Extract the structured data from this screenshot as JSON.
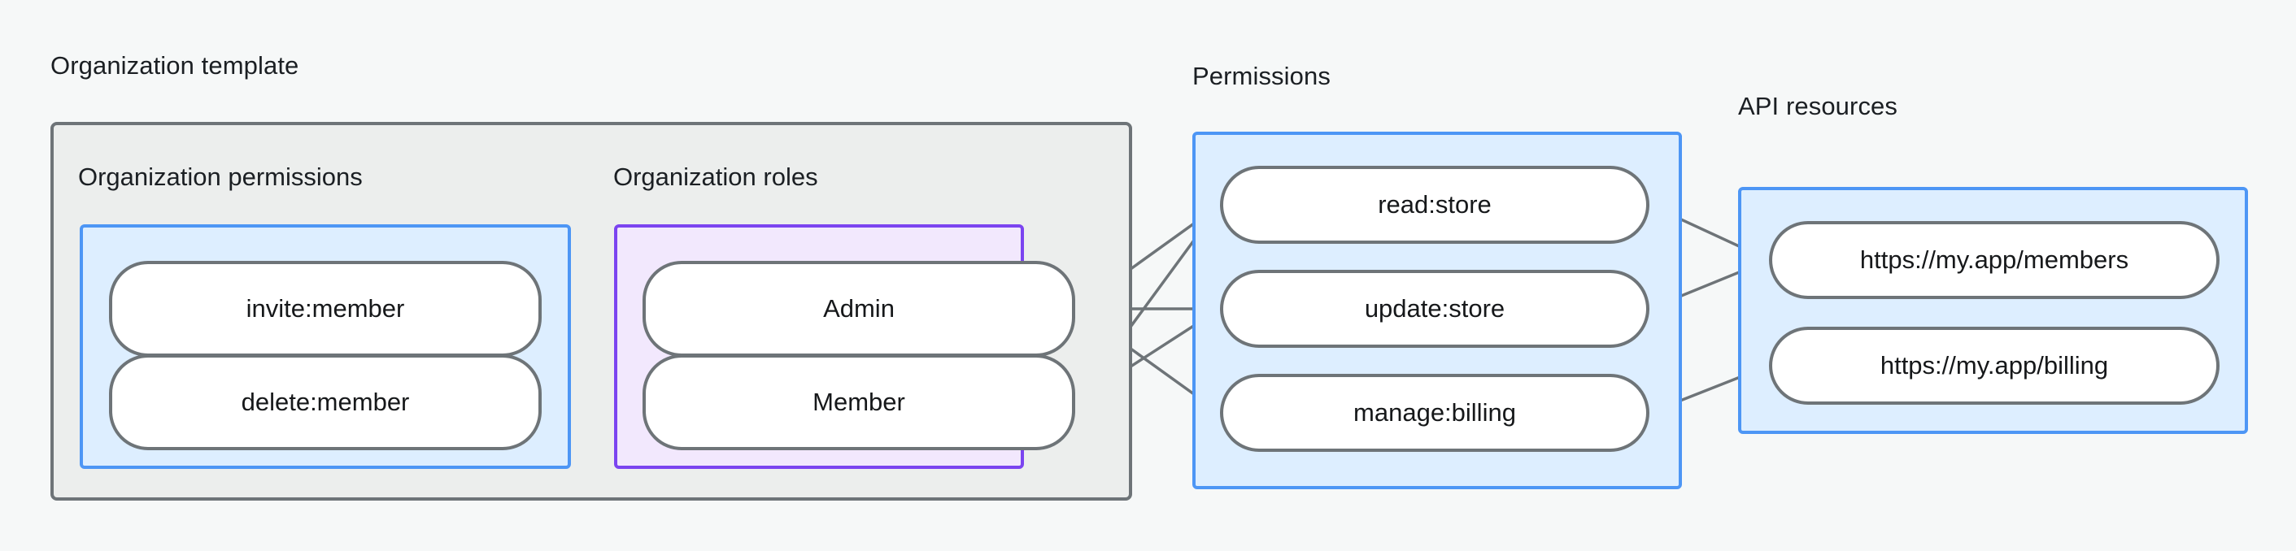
{
  "diagram": {
    "type": "relationship-graph",
    "background_color": "#f6f8f8",
    "accent_colors": {
      "blue_border": "#4d96f5",
      "blue_fill": "#ddeeff",
      "purple_border": "#7b44f0",
      "purple_fill": "#f2e8fd",
      "gray_border": "#6e7478",
      "gray_fill": "#eceeed",
      "node_fill": "#ffffff",
      "edge": "#6e7478"
    },
    "groups": {
      "organization_template": {
        "title": "Organization template",
        "sections": {
          "organization_permissions": {
            "title": "Organization permissions",
            "nodes": [
              {
                "id": "invite-member",
                "label": "invite:member"
              },
              {
                "id": "delete-member",
                "label": "delete:member"
              }
            ]
          },
          "organization_roles": {
            "title": "Organization roles",
            "nodes": [
              {
                "id": "admin",
                "label": "Admin"
              },
              {
                "id": "member",
                "label": "Member"
              }
            ]
          }
        }
      },
      "permissions": {
        "title": "Permissions",
        "nodes": [
          {
            "id": "read-store",
            "label": "read:store"
          },
          {
            "id": "update-store",
            "label": "update:store"
          },
          {
            "id": "manage-billing",
            "label": "manage:billing"
          }
        ]
      },
      "api_resources": {
        "title": "API resources",
        "nodes": [
          {
            "id": "members-url",
            "label": "https://my.app/members"
          },
          {
            "id": "billing-url",
            "label": "https://my.app/billing"
          }
        ]
      }
    },
    "edges": [
      {
        "from": "invite-member",
        "to": "admin"
      },
      {
        "from": "invite-member",
        "to": "member"
      },
      {
        "from": "delete-member",
        "to": "admin"
      },
      {
        "from": "delete-member",
        "to": "member"
      },
      {
        "from": "admin",
        "to": "read-store"
      },
      {
        "from": "admin",
        "to": "update-store"
      },
      {
        "from": "admin",
        "to": "manage-billing"
      },
      {
        "from": "member",
        "to": "read-store"
      },
      {
        "from": "member",
        "to": "update-store"
      },
      {
        "from": "read-store",
        "to": "members-url"
      },
      {
        "from": "update-store",
        "to": "members-url"
      },
      {
        "from": "manage-billing",
        "to": "billing-url"
      }
    ]
  }
}
